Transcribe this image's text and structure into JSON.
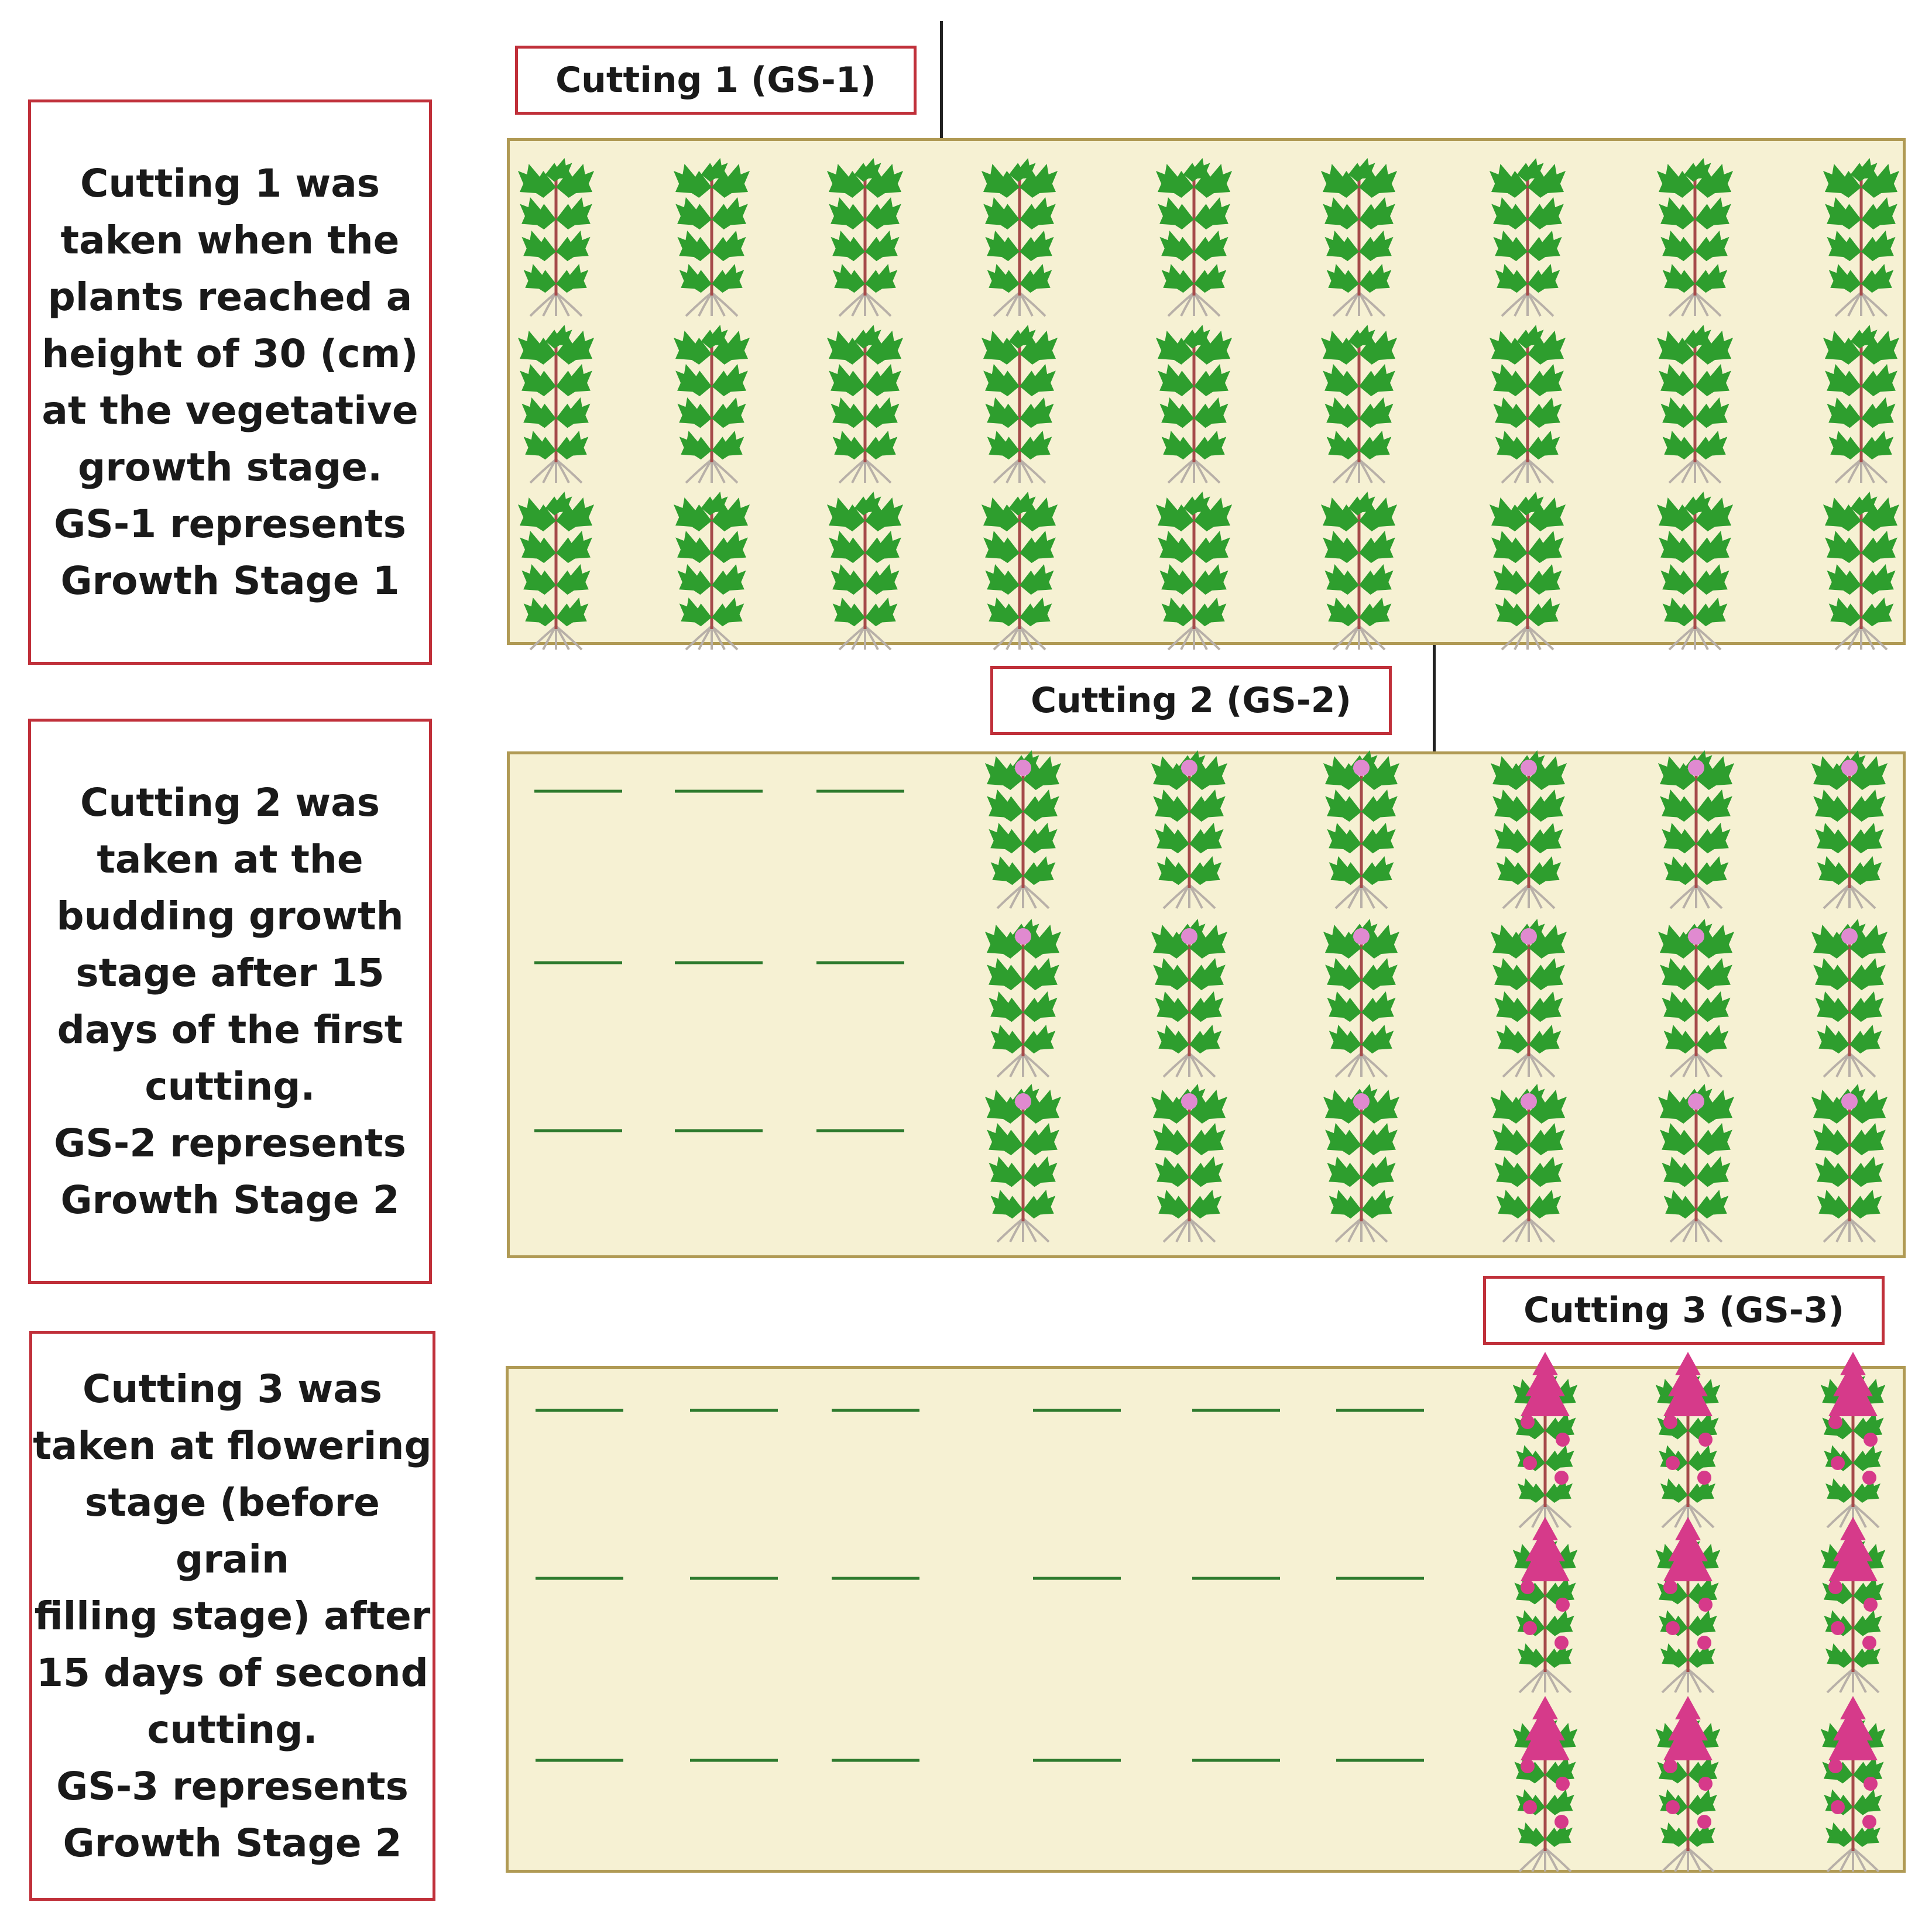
{
  "stages": [
    {
      "id": "gs1",
      "label": "Cutting 1 (GS-1)",
      "description": "Cutting 1 was\ntaken when the\nplants reached a\nheight of 30 (cm)\nat the vegetative\ngrowth stage.\nGS-1 represents\nGrowth Stage 1",
      "plant_type": "vegetative",
      "cut_columns": 0,
      "plant_columns": 9,
      "rows": 3
    },
    {
      "id": "gs2",
      "label": "Cutting 2 (GS-2)",
      "description": "Cutting 2 was\ntaken at the\nbudding growth\nstage after 15\ndays of the first\ncutting.\nGS-2 represents\nGrowth Stage 2",
      "plant_type": "budding",
      "cut_columns": 3,
      "plant_columns": 6,
      "rows": 3
    },
    {
      "id": "gs3",
      "label": "Cutting 3 (GS-3)",
      "description": "Cutting 3 was\ntaken at flowering\nstage (before grain\nfilling stage) after\n15 days of second\ncutting.\nGS-3 represents\nGrowth Stage 2",
      "plant_type": "flowering",
      "cut_columns": 6,
      "plant_columns": 3,
      "rows": 3
    }
  ],
  "colors": {
    "border_red": "#c0303a",
    "field_fill": "#f6f1d3",
    "field_border": "#b09a54",
    "leaf_green": "#2e9e2e",
    "stem": "#a54a4a",
    "root": "#b8b0a8",
    "bud_pink": "#e08ad0",
    "flower_pink": "#d63a8a",
    "cut_line": "#2d7a2d"
  }
}
